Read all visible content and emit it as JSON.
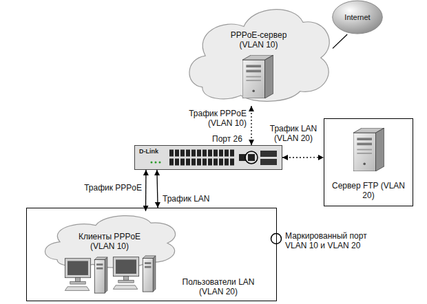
{
  "diagram": {
    "nodes": [
      {
        "text": [
          "PPPoE-сервер (VLAN 10)"
        ]
      },
      {
        "text": [
          "Internet"
        ]
      },
      {
        "text": [
          "D-Link"
        ]
      },
      {
        "text": [
          "Сервер FTP (VLAN 20)"
        ]
      },
      {
        "text": [
          "Пользователи LAN (VLAN 20)"
        ]
      },
      {
        "text": [
          "Клиенты PPPoE (VLAN 10)"
        ],
        "in": 4
      }
    ],
    "edges": [
      {
        "from": 0,
        "to": 1,
        "arrow": "none"
      },
      {
        "from": 0,
        "to": 2,
        "label": "Трафик PPPoE (VLAN 10)",
        "arrow": "both"
      },
      {
        "from": 2,
        "to": 3,
        "label": "Трафик LAN (VLAN 20)",
        "arrow": "both"
      },
      {
        "from": 5,
        "to": 2,
        "label": "Трафик PPPoE",
        "arrow": "both"
      },
      {
        "from": 4,
        "to": 2,
        "label": "Трафик LAN",
        "arrow": "both"
      }
    ],
    "labels": [
      "Порт 26"
    ],
    "legend": [
      {
        "text": "Маркированный порт VLAN 10 и VLAN 20"
      }
    ]
  }
}
